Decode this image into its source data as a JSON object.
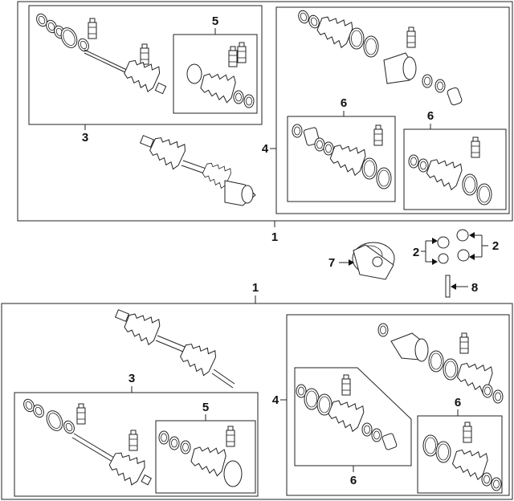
{
  "callouts": {
    "top_assembly": "1",
    "top_shaft_box": "3",
    "top_boot_kit_left": "5",
    "top_joint_box": "4",
    "top_boot_kit_mid": "6",
    "top_boot_kit_right": "6",
    "gears": "2",
    "gears_right": "2",
    "differential": "7",
    "pin": "8",
    "bottom_assembly": "1",
    "bottom_shaft_box": "3",
    "bottom_boot_kit_left": "5",
    "bottom_joint_box": "4",
    "bottom_boot_kit_mid": "6",
    "bottom_boot_kit_right": "6"
  },
  "colors": {
    "line": "#222222",
    "background": "#ffffff"
  }
}
